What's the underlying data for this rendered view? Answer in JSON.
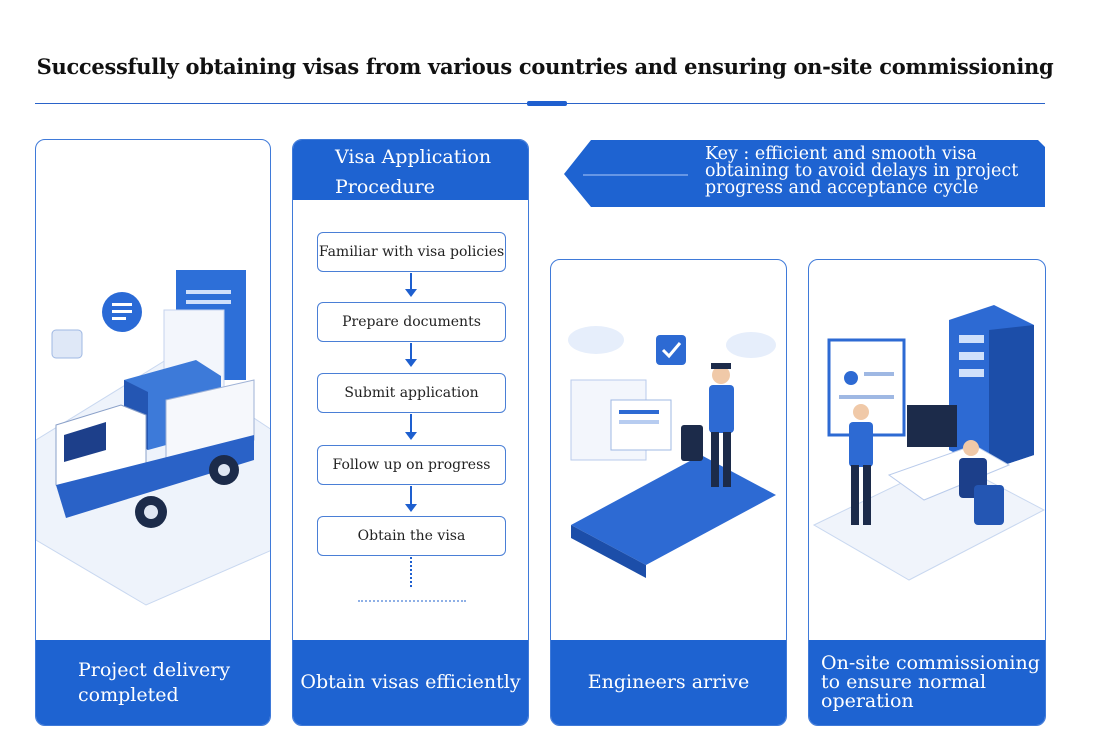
{
  "title": "Successfully obtaining visas from various countries and ensuring on-site commissioning",
  "key_banner": "Key : efficient and smooth visa obtaining to avoid delays in project progress and acceptance cycle",
  "cards": [
    {
      "label": "Project delivery completed",
      "illustration": "delivery-truck"
    },
    {
      "header": "Visa Application Procedure",
      "label": "Obtain visas efficiently",
      "steps": [
        "Familiar with visa policies",
        "Prepare documents",
        "Submit application",
        "Follow up on progress",
        "Obtain the visa"
      ]
    },
    {
      "label": "Engineers arrive",
      "illustration": "engineer-with-luggage"
    },
    {
      "label": "On-site commissioning to ensure normal operation",
      "illustration": "server-room-workers"
    }
  ],
  "colors": {
    "primary": "#1e63d1",
    "border": "#3f7ad9"
  }
}
